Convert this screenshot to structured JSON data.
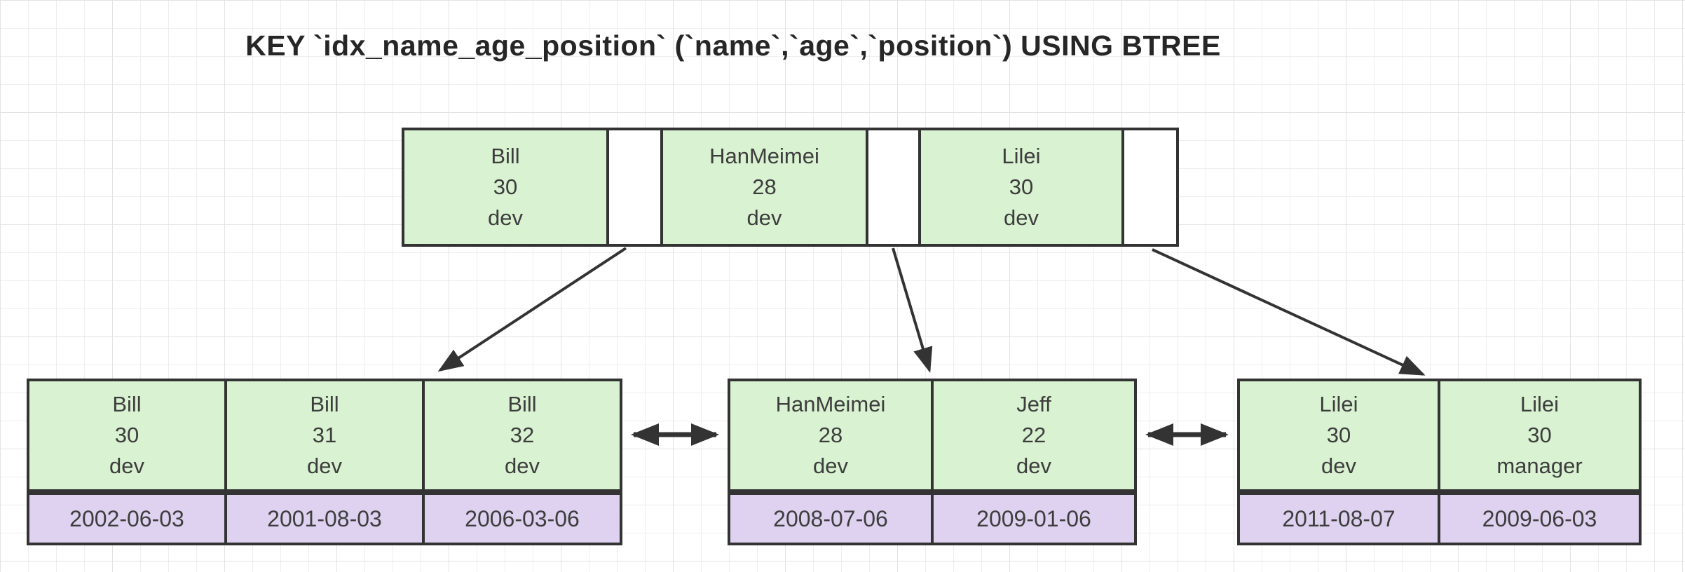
{
  "title": "KEY `idx_name_age_position` (`name`,`age`,`position`) USING BTREE",
  "colors": {
    "key_cell_fill": "#d9f2d1",
    "date_cell_fill": "#ded2f0",
    "line": "#333333",
    "grid_minor": "#eeeeee",
    "grid_major": "#e3e3e3",
    "background": "#ffffff",
    "text": "#3d3d3d",
    "title_text": "#262626"
  },
  "root": {
    "keys": [
      {
        "name": "Bill",
        "age": "30",
        "position": "dev"
      },
      {
        "name": "HanMeimei",
        "age": "28",
        "position": "dev"
      },
      {
        "name": "Lilei",
        "age": "30",
        "position": "dev"
      }
    ]
  },
  "leaves": [
    {
      "records": [
        {
          "name": "Bill",
          "age": "30",
          "position": "dev",
          "date": "2002-06-03"
        },
        {
          "name": "Bill",
          "age": "31",
          "position": "dev",
          "date": "2001-08-03"
        },
        {
          "name": "Bill",
          "age": "32",
          "position": "dev",
          "date": "2006-03-06"
        }
      ]
    },
    {
      "records": [
        {
          "name": "HanMeimei",
          "age": "28",
          "position": "dev",
          "date": "2008-07-06"
        },
        {
          "name": "Jeff",
          "age": "22",
          "position": "dev",
          "date": "2009-01-06"
        }
      ]
    },
    {
      "records": [
        {
          "name": "Lilei",
          "age": "30",
          "position": "dev",
          "date": "2011-08-07"
        },
        {
          "name": "Lilei",
          "age": "30",
          "position": "manager",
          "date": "2009-06-03"
        }
      ]
    }
  ]
}
